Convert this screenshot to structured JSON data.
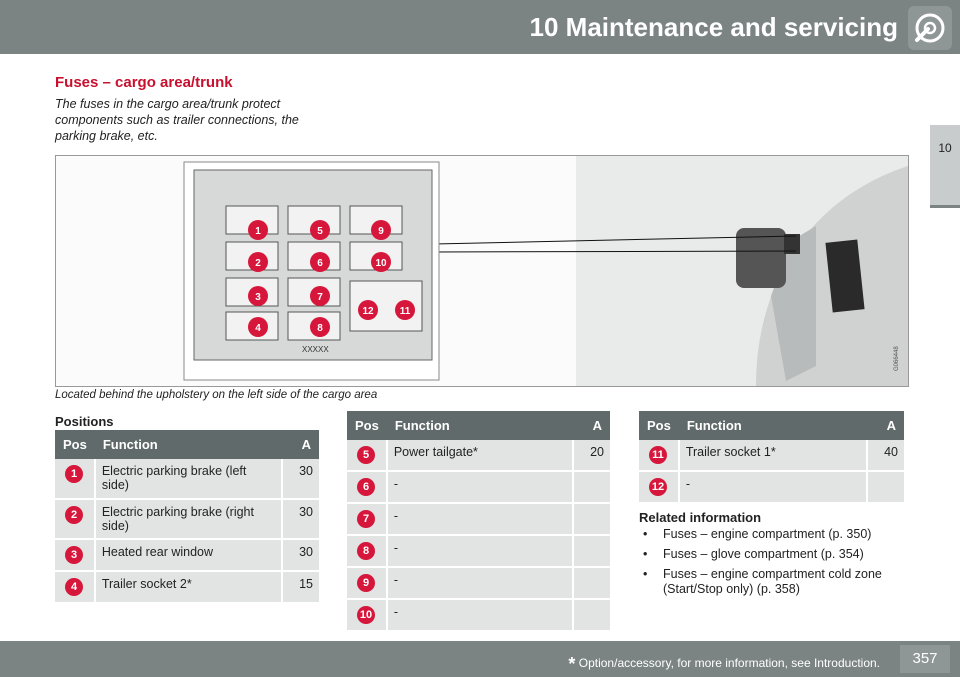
{
  "header": {
    "chapter_title": "10 Maintenance and servicing",
    "icon": "wrench-gear-icon",
    "side_tab": "10"
  },
  "section": {
    "title": "Fuses – cargo area/trunk",
    "intro": "The fuses in the cargo area/trunk protect components such as trailer connections, the parking brake, etc."
  },
  "figure": {
    "caption": "Located behind the upholstery on the left side of the cargo area",
    "code": "G066448",
    "panel_label": "XXXXX",
    "fuse_labels": [
      "1",
      "2",
      "3",
      "4",
      "5",
      "6",
      "7",
      "8",
      "9",
      "10",
      "11",
      "12"
    ]
  },
  "positions_heading": "Positions",
  "table_headers": {
    "pos": "Pos",
    "function": "Function",
    "amp": "A"
  },
  "table1": [
    {
      "pos": "1",
      "function": "Electric parking brake (left side)",
      "amp": "30"
    },
    {
      "pos": "2",
      "function": "Electric parking brake (right side)",
      "amp": "30"
    },
    {
      "pos": "3",
      "function": "Heated rear window",
      "amp": "30"
    },
    {
      "pos": "4",
      "function": "Trailer socket 2*",
      "amp": "15"
    }
  ],
  "table2": [
    {
      "pos": "5",
      "function": "Power tailgate*",
      "amp": "20"
    },
    {
      "pos": "6",
      "function": "-",
      "amp": ""
    },
    {
      "pos": "7",
      "function": "-",
      "amp": ""
    },
    {
      "pos": "8",
      "function": "-",
      "amp": ""
    },
    {
      "pos": "9",
      "function": "-",
      "amp": ""
    },
    {
      "pos": "10",
      "function": "-",
      "amp": ""
    }
  ],
  "table3": [
    {
      "pos": "11",
      "function": "Trailer socket 1*",
      "amp": "40"
    },
    {
      "pos": "12",
      "function": "-",
      "amp": ""
    }
  ],
  "related": {
    "heading": "Related information",
    "items": [
      "Fuses – engine compartment (p. 350)",
      "Fuses – glove compartment (p. 354)",
      "Fuses – engine compartment cold zone (Start/Stop only) (p. 358)"
    ]
  },
  "footer": {
    "asterisk": "*",
    "footnote": "Option/accessory, for more information, see Introduction.",
    "page": "357"
  },
  "colors": {
    "accent": "#c8102e",
    "badge": "#d6173b",
    "bar": "#7b8383",
    "table_header": "#616a6a",
    "row": "#e2e4e4"
  }
}
